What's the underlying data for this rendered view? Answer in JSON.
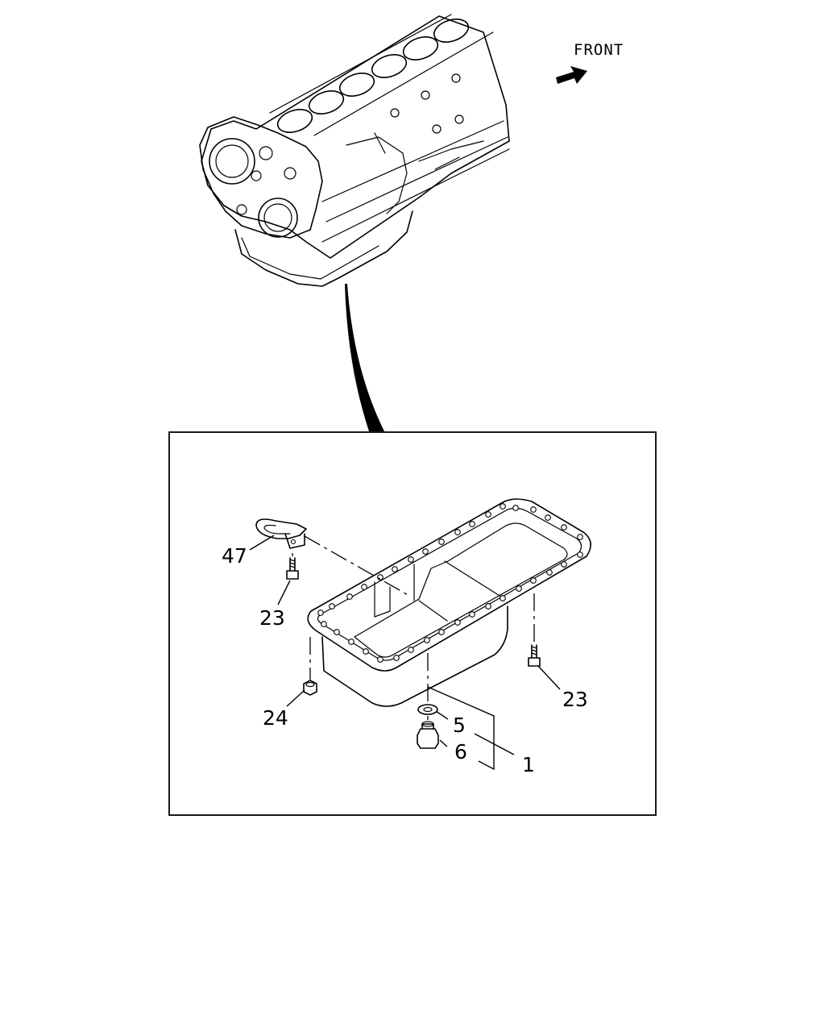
{
  "orientation": {
    "label": "FRONT"
  },
  "callouts": {
    "part_47": "47",
    "part_23_left": "23",
    "part_23_right": "23",
    "part_24": "24",
    "part_5": "5",
    "part_6": "6",
    "part_1": "1"
  },
  "colors": {
    "line": "#000000",
    "background": "#ffffff"
  }
}
